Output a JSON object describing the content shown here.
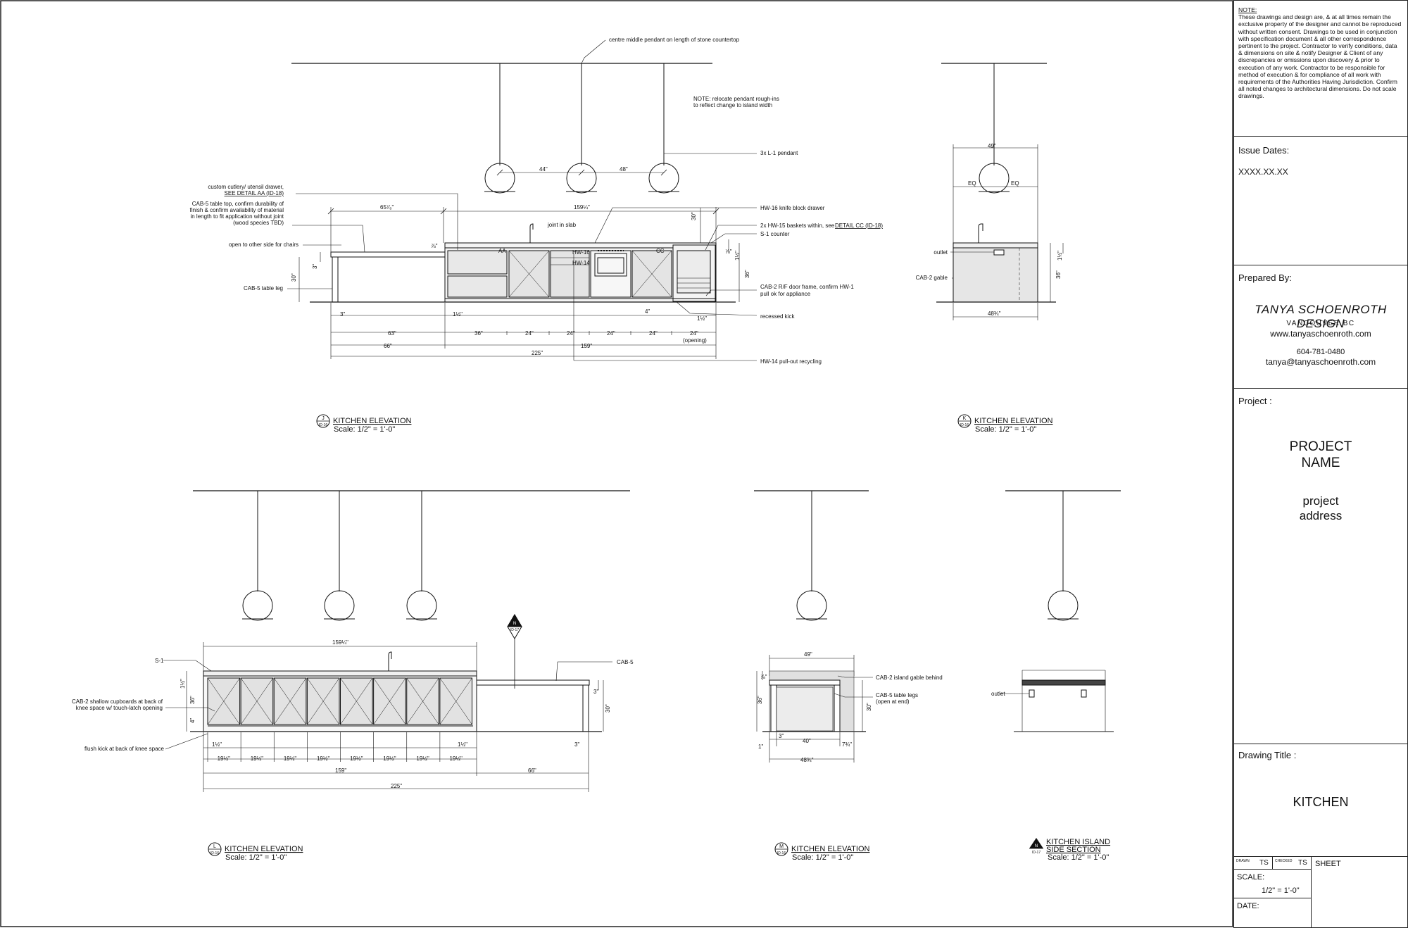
{
  "labels": {
    "pendant_centre": "centre middle pendant on length of stone countertop",
    "relocate_note_1": "NOTE: relocate  pendant rough-ins",
    "relocate_note_2": "to reflect change to island width",
    "pendant_3x": "3x L-1 pendant",
    "cutlery_1": "custom cutlery/ utensil drawer,",
    "cutlery_2": "SEE DETAIL AA (ID-18)",
    "tabletop_1": "CAB-5 table top, confirm durability of",
    "tabletop_2": "finish & confirm availability of material",
    "tabletop_3": "in length to fit application without joint",
    "tabletop_4": "(wood species TBD)",
    "open_other": "open to other side for chairs",
    "tableleg": "CAB-5 table leg",
    "hw16_knife": "HW-16 knife block drawer",
    "hw15_1": "2x HW-15 baskets within, see",
    "hw15_2": "DETAIL CC (ID-18)",
    "s1_counter": "S-1 counter",
    "joint_slab": "joint in slab",
    "hw16": "HW-16",
    "hw14": "HW-14",
    "aa": "AA",
    "cc": "CC",
    "cab2_door_1": "CAB-2 R/F door frame, confirm HW-1",
    "cab2_door_2": "pull ok for appliance",
    "recessed_kick": "recessed kick",
    "hw14_pullout": "HW-14 pull-out recycling",
    "outlet": "outlet",
    "cab2_gable": "CAB-2 gable",
    "eq": "EQ",
    "s1": "S-1",
    "cab5": "CAB-5",
    "cab2_shallow_1": "CAB-2 shallow cupboards at back of",
    "cab2_shallow_2": "knee space w/ touch-latch opening",
    "flush_kick": "flush kick at back of knee space",
    "cab2_island_gable": "CAB-2 island gable behind",
    "cab5_legs_1": "CAB-5 table legs",
    "cab5_legs_2": "(open at end)",
    "opening": "(opening)"
  },
  "dims": {
    "d65": "65⁷⁄₈\"",
    "d159q": "159¼\"",
    "d44": "44\"",
    "d48": "48\"",
    "d30": "30\"",
    "d36": "36\"",
    "d3": "3\"",
    "d4": "4\"",
    "d1h": "1½\"",
    "d7_8": "⅞\"",
    "d63": "63\"",
    "d24": "24\"",
    "d66": "66\"",
    "d159": "159\"",
    "d225": "225\"",
    "d49": "49\"",
    "d48q": "48¾\"",
    "d19h": "19½\"",
    "d40": "40\"",
    "d7q": "7¾\"",
    "d1": "1\""
  },
  "views": {
    "j": {
      "letter": "J",
      "sheet": "ID-16",
      "title": "KITCHEN ELEVATION",
      "scale": "Scale: 1/2\" = 1'-0\""
    },
    "k": {
      "letter": "K",
      "sheet": "ID-16",
      "title": "KITCHEN ELEVATION",
      "scale": "Scale: 1/2\" = 1'-0\""
    },
    "l": {
      "letter": "L",
      "sheet": "ID-16",
      "title": "KITCHEN ELEVATION",
      "scale": "Scale: 1/2\" = 1'-0\""
    },
    "m": {
      "letter": "M",
      "sheet": "ID-16",
      "title": "KITCHEN ELEVATION",
      "scale": "Scale: 1/2\" = 1'-0\""
    },
    "n": {
      "letter": "N",
      "sheet": "ID-17",
      "title1": "KITCHEN ISLAND",
      "title2": "SIDE SECTION",
      "scale": "Scale: 1/2\" = 1'-0\""
    }
  },
  "section_marker": {
    "letter": "N",
    "sheet": "ID-17"
  },
  "titleblock": {
    "note_heading": "NOTE:",
    "note_body": "These drawings and design are, & at all times remain the exclusive property of the designer and cannot be reproduced without written consent. Drawings to be used in conjunction with specification document & all other correspondence pertinent to the project. Contractor to verify conditions, data & dimensions on site & notify Designer & Client of any discrepancies or omissions upon discovery & prior to execution of any work. Contractor to be responsible for method of execution & for compliance of all work with requirements of the Authorities Having Jurisdiction.  Confirm all noted changes to architectural dimensions. Do not scale drawings.",
    "issue_heading": "Issue Dates:",
    "issue_date": "XXXX.XX.XX",
    "prepared_heading": "Prepared By:",
    "firm": "TANYA SCHOENROTH DESIGN",
    "city": "VANCOUVER  BC",
    "website": "www.tanyaschoenroth.com",
    "phone": "604-781-0480",
    "email": "tanya@tanyaschoenroth.com",
    "project_heading": "Project :",
    "project_name_1": "PROJECT",
    "project_name_2": "NAME",
    "project_address_1": "project",
    "project_address_2": "address",
    "drawing_title_heading": "Drawing Title :",
    "drawing_title": "KITCHEN",
    "drawn_label": "DRAWN",
    "drawn_value": "TS",
    "checked_label": "CHECKED",
    "checked_value": "TS",
    "sheet_label": "SHEET",
    "scale_label": "SCALE:",
    "scale_value": "1/2\" = 1'-0\"",
    "date_label": "DATE:"
  }
}
